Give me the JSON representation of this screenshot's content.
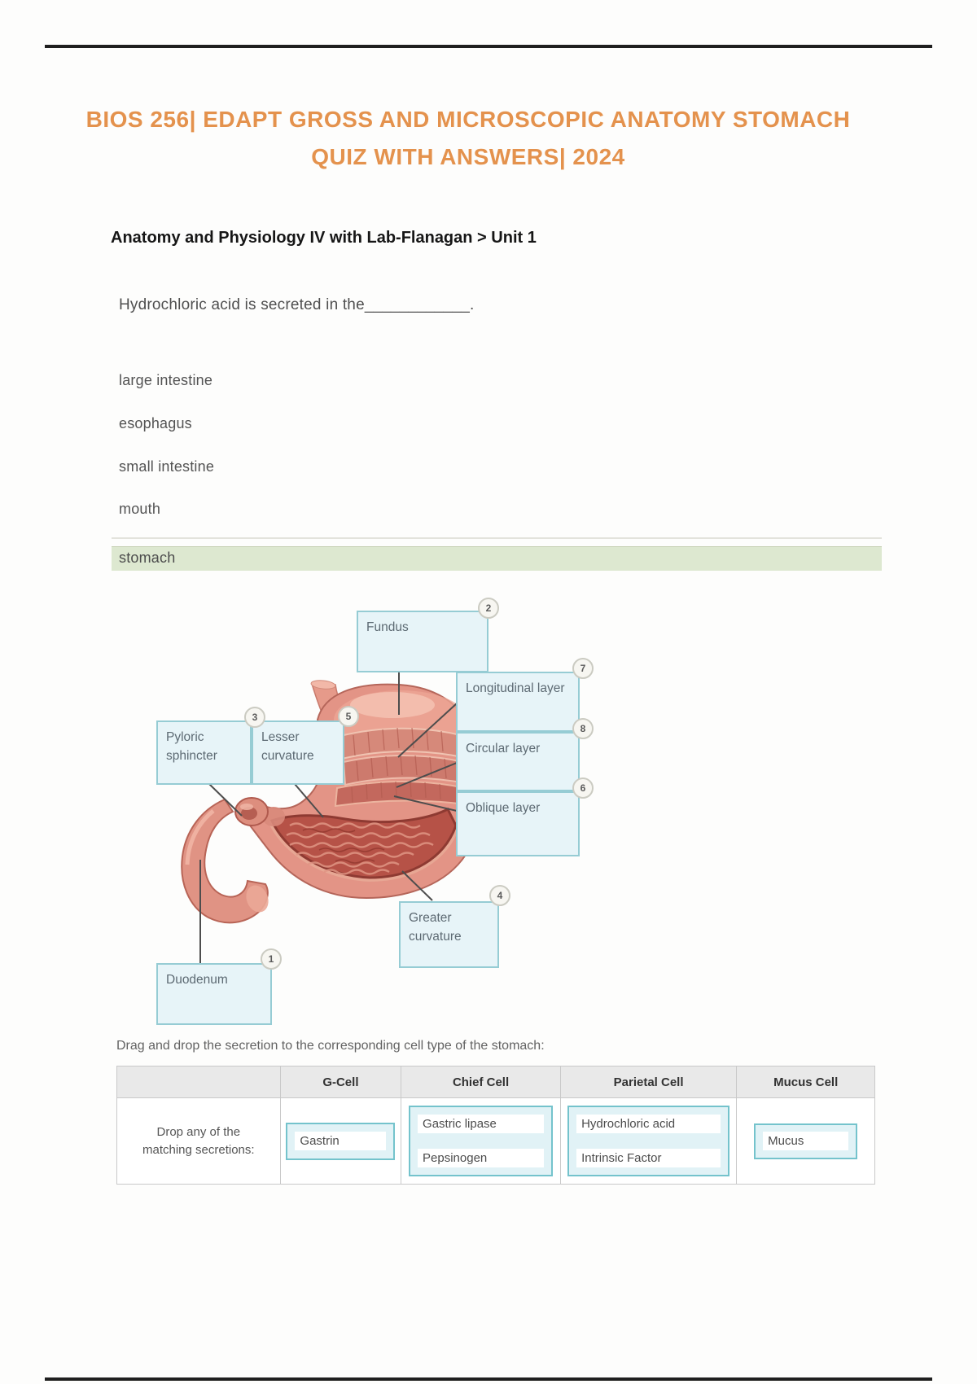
{
  "header": {
    "title_line1": "BIOS 256| EDAPT GROSS AND MICROSCOPIC ANATOMY STOMACH",
    "title_line2": "QUIZ WITH ANSWERS| 2024",
    "breadcrumb": "Anatomy and Physiology IV with Lab-Flanagan > Unit 1"
  },
  "quiz": {
    "question": "Hydrochloric acid is secreted in the____________.",
    "options": [
      {
        "label": "large intestine",
        "state": "unselected"
      },
      {
        "label": "esophagus",
        "state": "unselected"
      },
      {
        "label": "small intestine",
        "state": "unselected"
      },
      {
        "label": "mouth",
        "state": "unselected"
      },
      {
        "label": "stomach",
        "state": "correct-highlighted"
      }
    ]
  },
  "diagram": {
    "labels": [
      {
        "text": "Fundus",
        "badge": "2"
      },
      {
        "text": "Longitudinal layer",
        "badge": "7"
      },
      {
        "text": "Circular layer",
        "badge": "8"
      },
      {
        "text": "Oblique layer",
        "badge": "6"
      },
      {
        "text": "Pyloric sphincter",
        "badge": "3"
      },
      {
        "text": "Lesser curvature",
        "badge": "5"
      },
      {
        "text": "Greater curvature",
        "badge": "4"
      },
      {
        "text": "Duodenum",
        "badge": "1"
      }
    ]
  },
  "drag_drop": {
    "instruction": "Drag and drop the secretion to the corresponding cell type of the stomach:",
    "row_label": "Drop any of the matching secretions:",
    "corner_header": "",
    "columns": [
      {
        "header": "G-Cell",
        "secretions": [
          "Gastrin"
        ]
      },
      {
        "header": "Chief Cell",
        "secretions": [
          "Gastric lipase",
          "Pepsinogen"
        ]
      },
      {
        "header": "Parietal Cell",
        "secretions": [
          "Hydrochloric acid",
          "Intrinsic Factor"
        ]
      },
      {
        "header": "Mucus Cell",
        "secretions": [
          "Mucus"
        ]
      }
    ]
  },
  "colors": {
    "title_orange": "#e4924d",
    "highlight_green": "#dde8d0",
    "label_box_fill": "#e7f4f8",
    "label_box_border": "#96ccd4",
    "dropzone_fill": "#e1f2f6",
    "dropzone_border": "#74c3cc",
    "page_rule": "#1f1f1f"
  }
}
